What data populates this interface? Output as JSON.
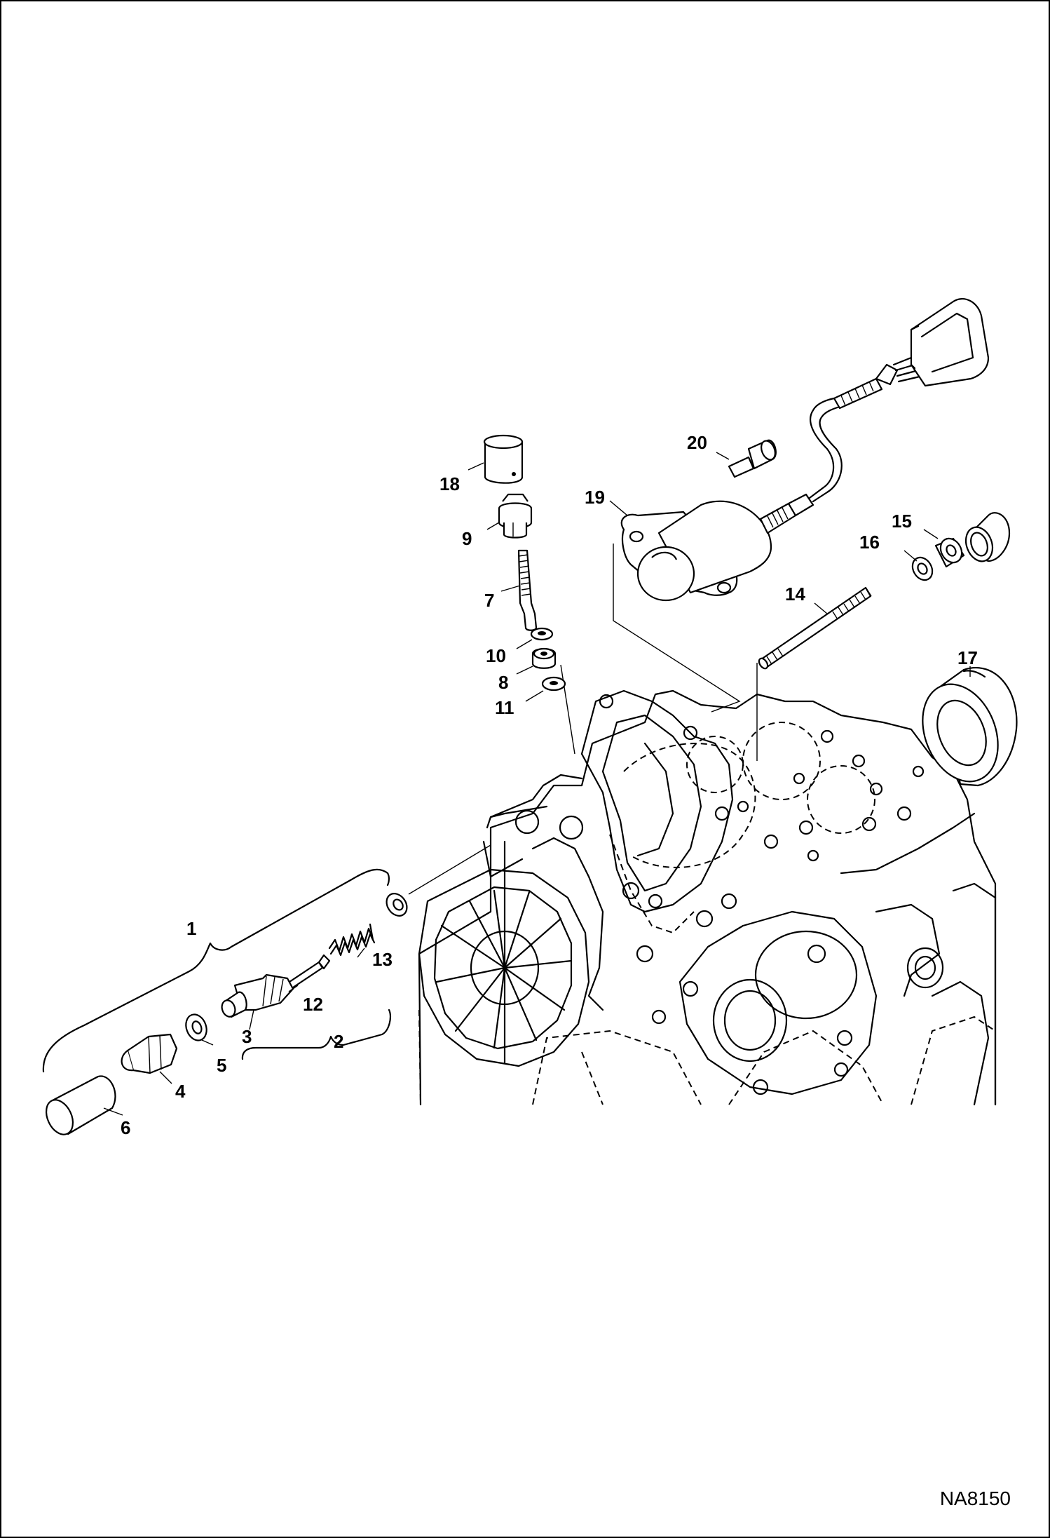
{
  "diagram": {
    "figure_id": "NA8150",
    "callouts": [
      {
        "id": "c1",
        "text": "1"
      },
      {
        "id": "c2",
        "text": "2"
      },
      {
        "id": "c3",
        "text": "3"
      },
      {
        "id": "c4",
        "text": "4"
      },
      {
        "id": "c5",
        "text": "5"
      },
      {
        "id": "c6",
        "text": "6"
      },
      {
        "id": "c7",
        "text": "7"
      },
      {
        "id": "c8",
        "text": "8"
      },
      {
        "id": "c9",
        "text": "9"
      },
      {
        "id": "c10",
        "text": "10"
      },
      {
        "id": "c11",
        "text": "11"
      },
      {
        "id": "c12",
        "text": "12"
      },
      {
        "id": "c13",
        "text": "13"
      },
      {
        "id": "c14",
        "text": "14"
      },
      {
        "id": "c15",
        "text": "15"
      },
      {
        "id": "c16",
        "text": "16"
      },
      {
        "id": "c17",
        "text": "17"
      },
      {
        "id": "c18",
        "text": "18"
      },
      {
        "id": "c19",
        "text": "19"
      },
      {
        "id": "c20",
        "text": "20"
      }
    ]
  }
}
